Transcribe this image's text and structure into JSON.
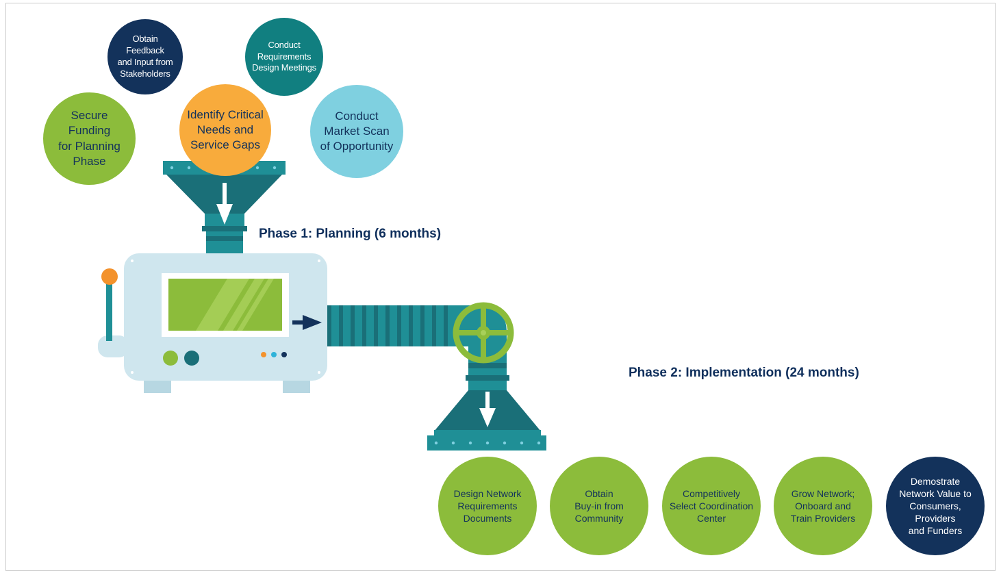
{
  "colors": {
    "navy": "#13325b",
    "teal_dark": "#117f80",
    "orange": "#f8ab3c",
    "green": "#8cbc3b",
    "light_blue": "#7fd0e0",
    "machine_body": "#cfe6ee",
    "pipe_teal": "#1f8f96",
    "phase_text": "#0f2f5c"
  },
  "phase1": {
    "label": "Phase 1: Planning (6 months)"
  },
  "phase2": {
    "label": "Phase 2:  Implementation (24 months)"
  },
  "planning_steps": [
    {
      "text": "Obtain Feedback\nand Input from\nStakeholders",
      "color": "navy"
    },
    {
      "text": "Conduct\nRequirements\nDesign Meetings",
      "color": "teal_dark"
    },
    {
      "text": "Secure\nFunding\nfor Planning\nPhase",
      "color": "green"
    },
    {
      "text": "Identify Critical\nNeeds and\nService Gaps",
      "color": "orange"
    },
    {
      "text": "Conduct\nMarket Scan\nof Opportunity",
      "color": "light_blue"
    }
  ],
  "implementation_steps": [
    {
      "text": "Design Network\nRequirements\nDocuments",
      "color": "green"
    },
    {
      "text": "Obtain\nBuy-in from\nCommunity",
      "color": "green"
    },
    {
      "text": "Competitively\nSelect Coordination\nCenter",
      "color": "green"
    },
    {
      "text": "Grow Network;\nOnboard and\nTrain Providers",
      "color": "green"
    },
    {
      "text": "Demostrate\nNetwork Value to\nConsumers, Providers\nand Funders",
      "color": "navy"
    }
  ],
  "icons": {
    "lever": "lever-icon",
    "valve": "valve-wheel-icon",
    "arrow": "arrow-icon"
  }
}
